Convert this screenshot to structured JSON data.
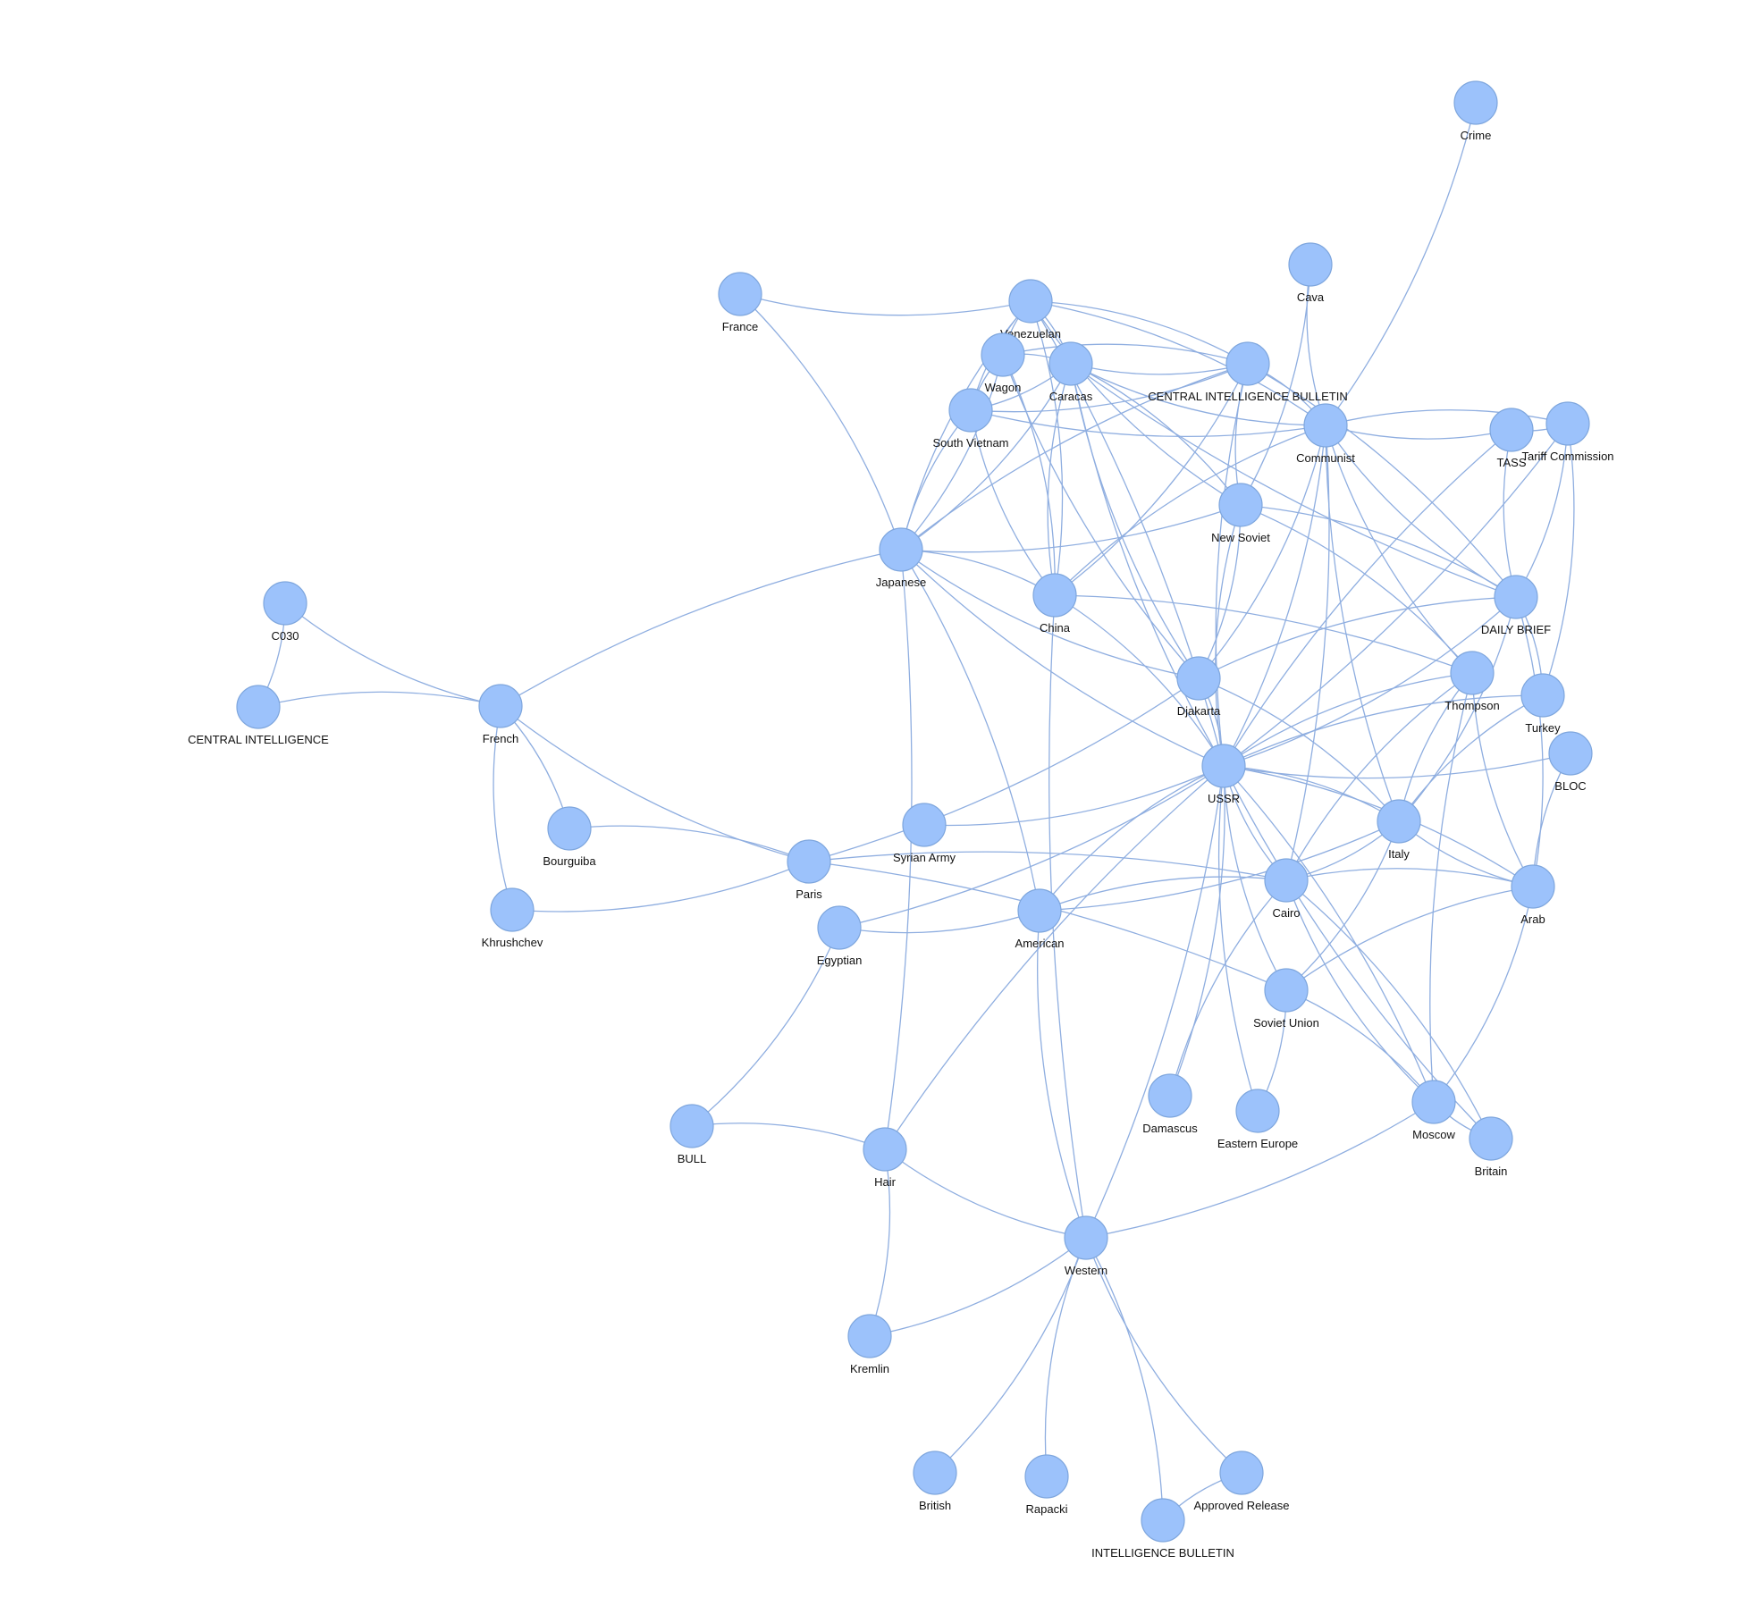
{
  "graph": {
    "nodes": [
      {
        "id": "crime",
        "label": "Crime"
      },
      {
        "id": "cava",
        "label": "Cava"
      },
      {
        "id": "france",
        "label": "France"
      },
      {
        "id": "venezuelan",
        "label": "Venezuelan"
      },
      {
        "id": "wagon",
        "label": "Wagon"
      },
      {
        "id": "caracas",
        "label": "Caracas"
      },
      {
        "id": "cib",
        "label": "CENTRAL INTELLIGENCE BULLETIN"
      },
      {
        "id": "communist",
        "label": "Communist"
      },
      {
        "id": "south_vietnam",
        "label": "South Vietnam"
      },
      {
        "id": "tass",
        "label": "TASS"
      },
      {
        "id": "tariff",
        "label": "Tariff Commission"
      },
      {
        "id": "new_soviet",
        "label": "New Soviet"
      },
      {
        "id": "japanese",
        "label": "Japanese"
      },
      {
        "id": "china",
        "label": "China"
      },
      {
        "id": "daily_brief",
        "label": "DAILY BRIEF"
      },
      {
        "id": "c030",
        "label": "C030"
      },
      {
        "id": "central_intel",
        "label": "CENTRAL INTELLIGENCE"
      },
      {
        "id": "french",
        "label": "French"
      },
      {
        "id": "djakarta",
        "label": "Djakarta"
      },
      {
        "id": "thompson",
        "label": "Thompson"
      },
      {
        "id": "turkey",
        "label": "Turkey"
      },
      {
        "id": "bloc",
        "label": "BLOC"
      },
      {
        "id": "ussr",
        "label": "USSR"
      },
      {
        "id": "bourguiba",
        "label": "Bourguiba"
      },
      {
        "id": "syrian_army",
        "label": "Syrian Army"
      },
      {
        "id": "paris",
        "label": "Paris"
      },
      {
        "id": "italy",
        "label": "Italy"
      },
      {
        "id": "cairo",
        "label": "Cairo"
      },
      {
        "id": "arab",
        "label": "Arab"
      },
      {
        "id": "khrushchev",
        "label": "Khrushchev"
      },
      {
        "id": "egyptian",
        "label": "Egyptian"
      },
      {
        "id": "american",
        "label": "American"
      },
      {
        "id": "soviet_union",
        "label": "Soviet Union"
      },
      {
        "id": "damascus",
        "label": "Damascus"
      },
      {
        "id": "eastern_europe",
        "label": "Eastern Europe"
      },
      {
        "id": "moscow",
        "label": "Moscow"
      },
      {
        "id": "britain",
        "label": "Britain"
      },
      {
        "id": "bull",
        "label": "BULL"
      },
      {
        "id": "hair",
        "label": "Hair"
      },
      {
        "id": "western",
        "label": "Western"
      },
      {
        "id": "kremlin",
        "label": "Kremlin"
      },
      {
        "id": "british",
        "label": "British"
      },
      {
        "id": "rapacki",
        "label": "Rapacki"
      },
      {
        "id": "approved_release",
        "label": "Approved Release"
      },
      {
        "id": "intel_bulletin",
        "label": "INTELLIGENCE BULLETIN"
      }
    ],
    "edges": [
      [
        "crime",
        "communist"
      ],
      [
        "cava",
        "communist"
      ],
      [
        "cava",
        "new_soviet"
      ],
      [
        "france",
        "venezuelan"
      ],
      [
        "france",
        "japanese"
      ],
      [
        "japanese",
        "french"
      ],
      [
        "french",
        "c030"
      ],
      [
        "french",
        "central_intel"
      ],
      [
        "c030",
        "central_intel"
      ],
      [
        "french",
        "khrushchev"
      ],
      [
        "french",
        "bourguiba"
      ],
      [
        "french",
        "paris"
      ],
      [
        "bourguiba",
        "paris"
      ],
      [
        "khrushchev",
        "paris"
      ],
      [
        "paris",
        "cairo"
      ],
      [
        "paris",
        "djakarta"
      ],
      [
        "paris",
        "soviet_union"
      ],
      [
        "egyptian",
        "american"
      ],
      [
        "egyptian",
        "bull"
      ],
      [
        "egyptian",
        "ussr"
      ],
      [
        "bull",
        "hair"
      ],
      [
        "hair",
        "japanese"
      ],
      [
        "hair",
        "kremlin"
      ],
      [
        "hair",
        "western"
      ],
      [
        "hair",
        "ussr"
      ],
      [
        "kremlin",
        "western"
      ],
      [
        "western",
        "british"
      ],
      [
        "western",
        "rapacki"
      ],
      [
        "western",
        "intel_bulletin"
      ],
      [
        "western",
        "approved_release"
      ],
      [
        "intel_bulletin",
        "approved_release"
      ],
      [
        "western",
        "moscow"
      ],
      [
        "western",
        "china"
      ],
      [
        "western",
        "ussr"
      ],
      [
        "western",
        "american"
      ],
      [
        "american",
        "japanese"
      ],
      [
        "american",
        "ussr"
      ],
      [
        "american",
        "italy"
      ],
      [
        "american",
        "cairo"
      ],
      [
        "syrian_army",
        "ussr"
      ],
      [
        "ussr",
        "japanese"
      ],
      [
        "ussr",
        "china"
      ],
      [
        "ussr",
        "caracas"
      ],
      [
        "ussr",
        "venezuelan"
      ],
      [
        "ussr",
        "cib"
      ],
      [
        "ussr",
        "communist"
      ],
      [
        "ussr",
        "new_soviet"
      ],
      [
        "ussr",
        "djakarta"
      ],
      [
        "ussr",
        "thompson"
      ],
      [
        "ussr",
        "daily_brief"
      ],
      [
        "ussr",
        "tass"
      ],
      [
        "ussr",
        "tariff"
      ],
      [
        "ussr",
        "turkey"
      ],
      [
        "ussr",
        "bloc"
      ],
      [
        "ussr",
        "italy"
      ],
      [
        "ussr",
        "cairo"
      ],
      [
        "ussr",
        "arab"
      ],
      [
        "ussr",
        "soviet_union"
      ],
      [
        "ussr",
        "damascus"
      ],
      [
        "ussr",
        "eastern_europe"
      ],
      [
        "ussr",
        "moscow"
      ],
      [
        "ussr",
        "britain"
      ],
      [
        "damascus",
        "cairo"
      ],
      [
        "eastern_europe",
        "soviet_union"
      ],
      [
        "soviet_union",
        "moscow"
      ],
      [
        "soviet_union",
        "italy"
      ],
      [
        "soviet_union",
        "arab"
      ],
      [
        "cairo",
        "italy"
      ],
      [
        "cairo",
        "arab"
      ],
      [
        "cairo",
        "moscow"
      ],
      [
        "cairo",
        "britain"
      ],
      [
        "cairo",
        "communist"
      ],
      [
        "cairo",
        "thompson"
      ],
      [
        "italy",
        "arab"
      ],
      [
        "italy",
        "thompson"
      ],
      [
        "italy",
        "djakarta"
      ],
      [
        "italy",
        "communist"
      ],
      [
        "italy",
        "daily_brief"
      ],
      [
        "italy",
        "turkey"
      ],
      [
        "moscow",
        "arab"
      ],
      [
        "moscow",
        "thompson"
      ],
      [
        "moscow",
        "britain"
      ],
      [
        "arab",
        "bloc"
      ],
      [
        "arab",
        "daily_brief"
      ],
      [
        "arab",
        "thompson"
      ],
      [
        "daily_brief",
        "djakarta"
      ],
      [
        "daily_brief",
        "communist"
      ],
      [
        "daily_brief",
        "cib"
      ],
      [
        "daily_brief",
        "tass"
      ],
      [
        "daily_brief",
        "tariff"
      ],
      [
        "daily_brief",
        "turkey"
      ],
      [
        "daily_brief",
        "new_soviet"
      ],
      [
        "daily_brief",
        "caracas"
      ],
      [
        "thompson",
        "china"
      ],
      [
        "thompson",
        "communist"
      ],
      [
        "thompson",
        "new_soviet"
      ],
      [
        "djakarta",
        "japanese"
      ],
      [
        "djakarta",
        "communist"
      ],
      [
        "djakarta",
        "caracas"
      ],
      [
        "djakarta",
        "new_soviet"
      ],
      [
        "djakarta",
        "wagon"
      ],
      [
        "china",
        "japanese"
      ],
      [
        "china",
        "south_vietnam"
      ],
      [
        "china",
        "wagon"
      ],
      [
        "china",
        "caracas"
      ],
      [
        "china",
        "cib"
      ],
      [
        "china",
        "communist"
      ],
      [
        "china",
        "venezuelan"
      ],
      [
        "japanese",
        "south_vietnam"
      ],
      [
        "japanese",
        "wagon"
      ],
      [
        "japanese",
        "venezuelan"
      ],
      [
        "japanese",
        "caracas"
      ],
      [
        "japanese",
        "cib"
      ],
      [
        "japanese",
        "new_soviet"
      ],
      [
        "new_soviet",
        "cib"
      ],
      [
        "new_soviet",
        "caracas"
      ],
      [
        "new_soviet",
        "venezuelan"
      ],
      [
        "communist",
        "cib"
      ],
      [
        "communist",
        "caracas"
      ],
      [
        "communist",
        "tass"
      ],
      [
        "communist",
        "tariff"
      ],
      [
        "communist",
        "venezuelan"
      ],
      [
        "communist",
        "south_vietnam"
      ],
      [
        "cib",
        "venezuelan"
      ],
      [
        "cib",
        "caracas"
      ],
      [
        "cib",
        "wagon"
      ],
      [
        "cib",
        "south_vietnam"
      ],
      [
        "venezuelan",
        "wagon"
      ],
      [
        "venezuelan",
        "caracas"
      ],
      [
        "venezuelan",
        "south_vietnam"
      ],
      [
        "wagon",
        "caracas"
      ],
      [
        "wagon",
        "south_vietnam"
      ],
      [
        "caracas",
        "south_vietnam"
      ],
      [
        "tass",
        "tariff"
      ],
      [
        "tariff",
        "turkey"
      ]
    ]
  }
}
